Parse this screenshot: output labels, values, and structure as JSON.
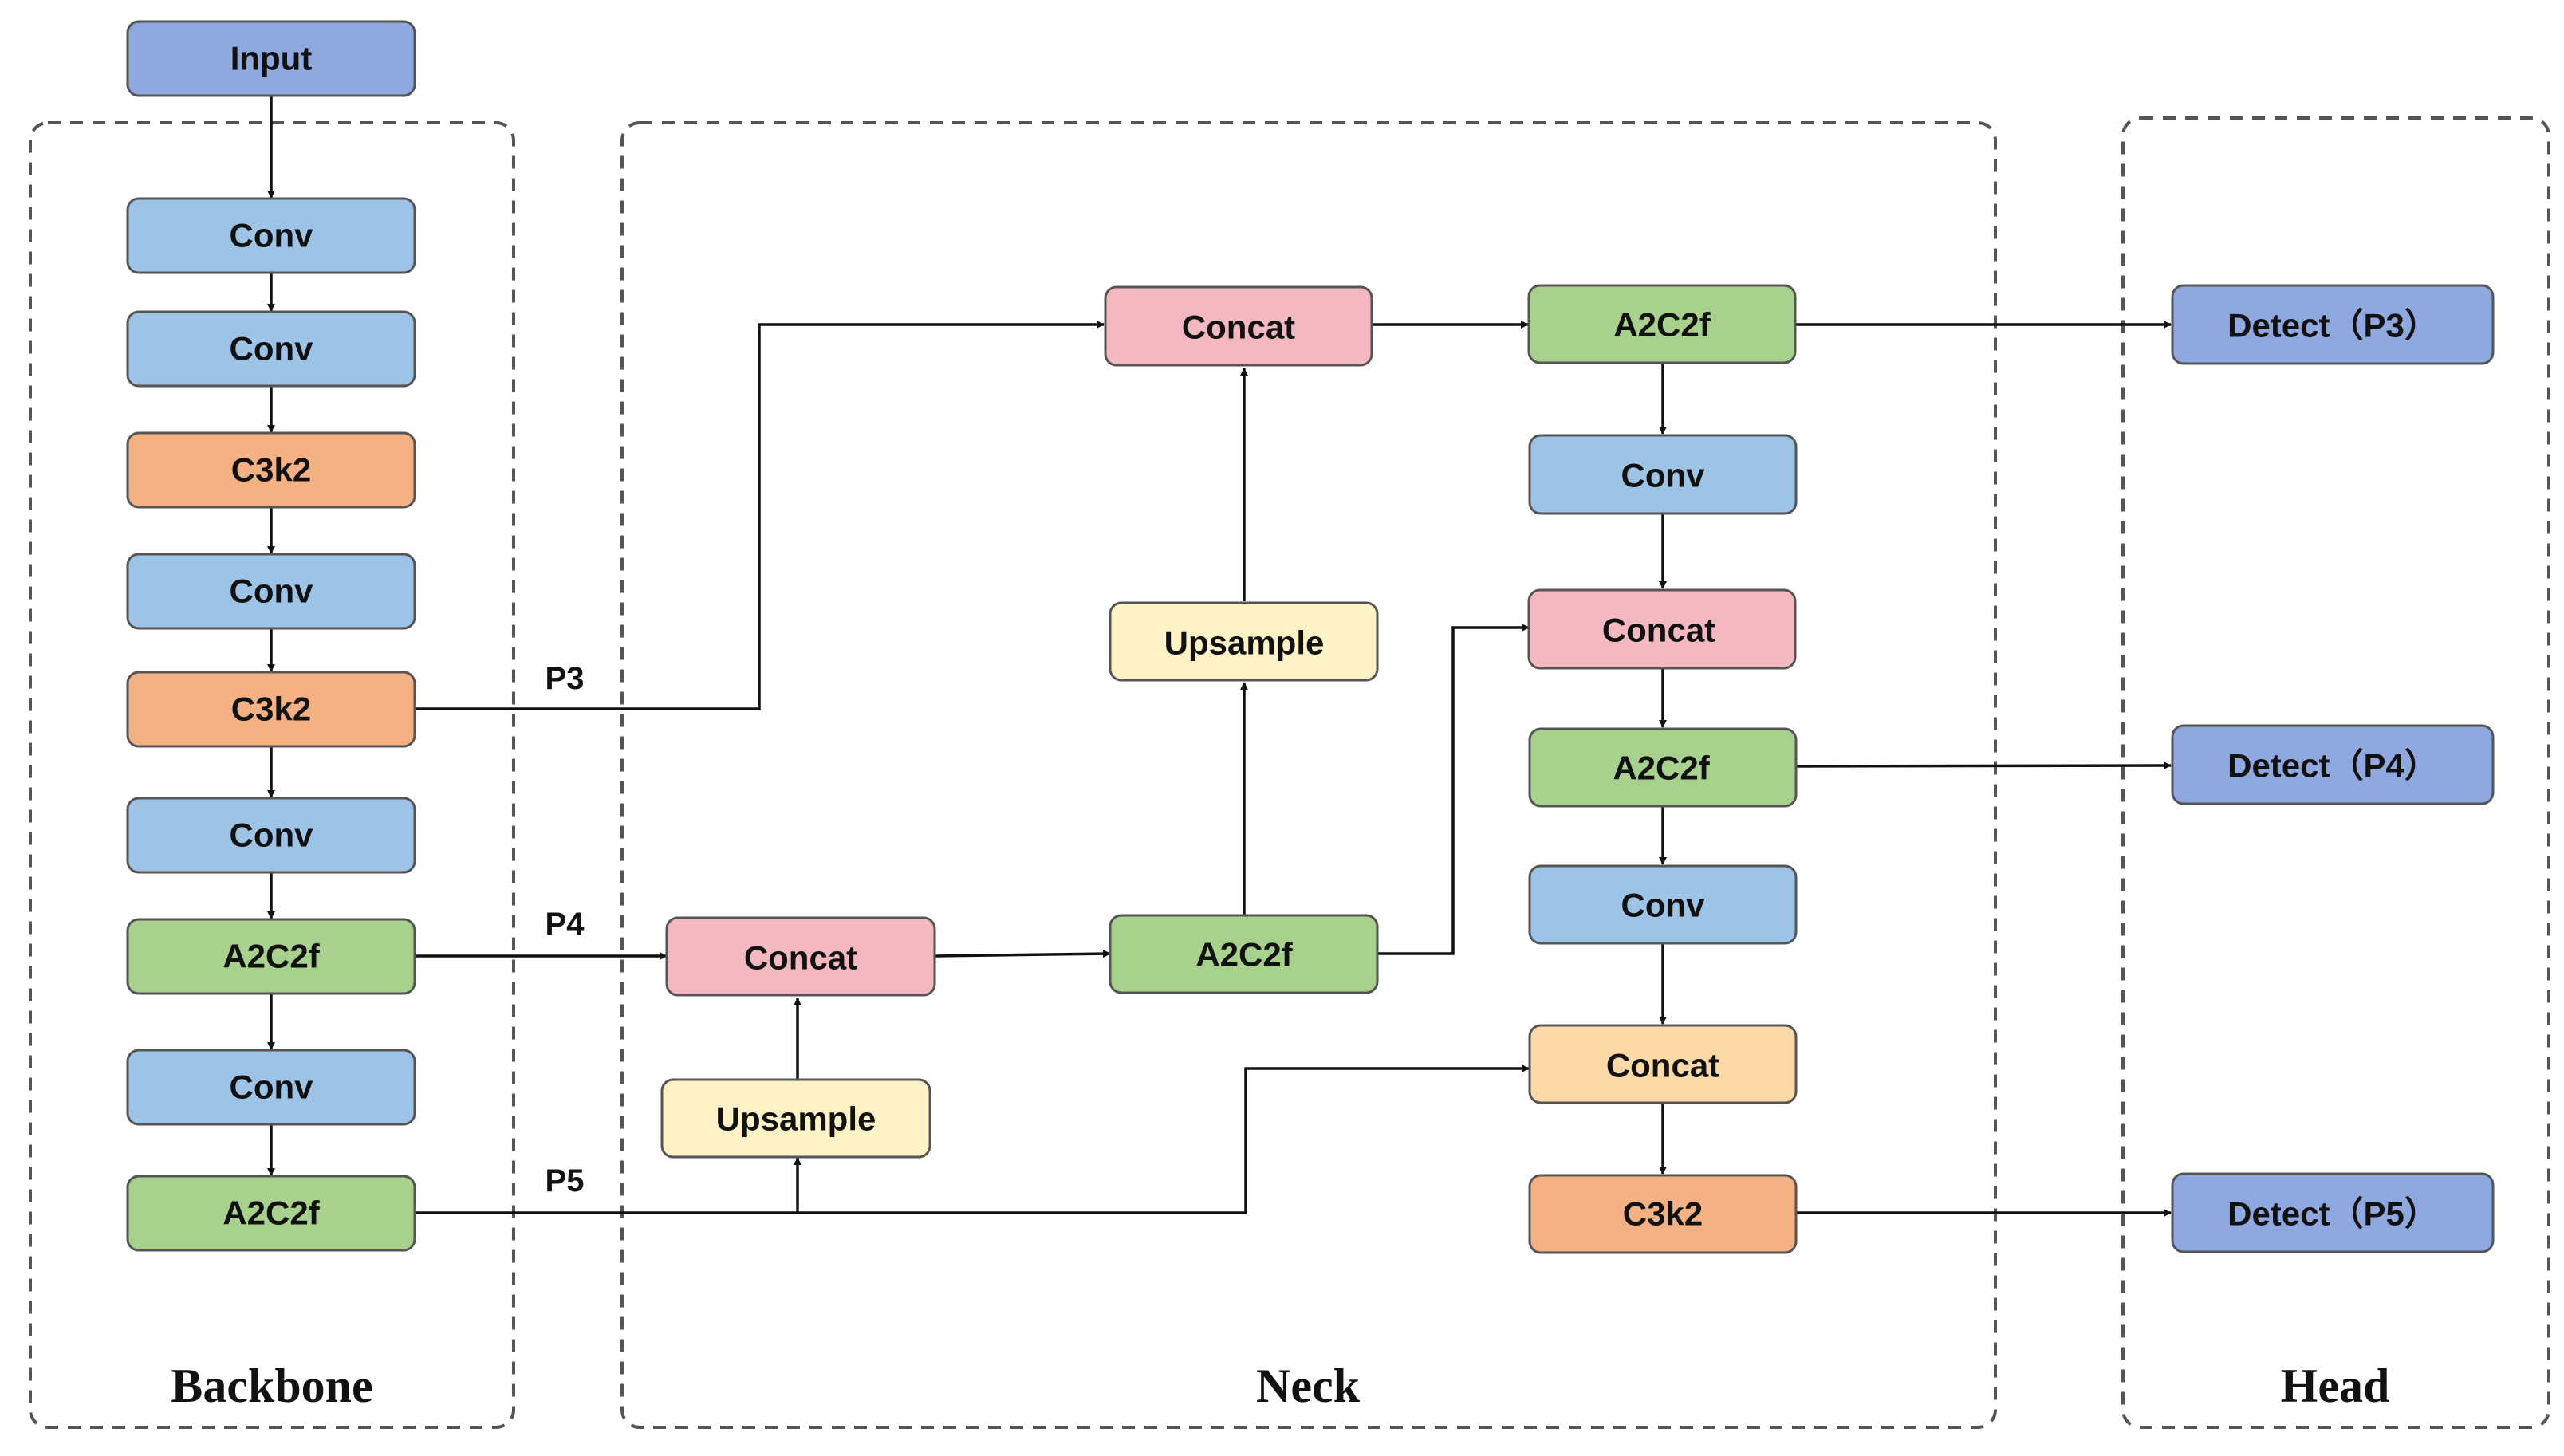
{
  "colors": {
    "input": "#8fa9e0",
    "conv": "#9dc3e6",
    "c3k2": "#f4b183",
    "a2c2f": "#a9d18e",
    "concat": "#f4b8c0",
    "concat_light": "#fdd9a8",
    "upsample": "#fef2c7",
    "detect": "#8fa9e0",
    "stroke": "#555555"
  },
  "groups": {
    "backbone": "Backbone",
    "neck": "Neck",
    "head": "Head"
  },
  "edge_labels": {
    "p3": "P3",
    "p4": "P4",
    "p5": "P5"
  },
  "nodes": {
    "input": "Input",
    "bb_conv1": "Conv",
    "bb_conv2": "Conv",
    "bb_c3k2_1": "C3k2",
    "bb_conv3": "Conv",
    "bb_c3k2_2": "C3k2",
    "bb_conv4": "Conv",
    "bb_a2c2f_1": "A2C2f",
    "bb_conv5": "Conv",
    "bb_a2c2f_2": "A2C2f",
    "nk_concat_p4": "Concat",
    "nk_upsample_low": "Upsample",
    "nk_a2c2f_mid": "A2C2f",
    "nk_upsample_high": "Upsample",
    "nk_concat_top": "Concat",
    "nk_a2c2f_p3": "A2C2f",
    "nk_conv_1": "Conv",
    "nk_concat_2": "Concat",
    "nk_a2c2f_p4": "A2C2f",
    "nk_conv_2": "Conv",
    "nk_concat_3": "Concat",
    "nk_c3k2_p5": "C3k2",
    "detect_p3": "Detect（P3）",
    "detect_p4": "Detect（P4）",
    "detect_p5": "Detect（P5）"
  }
}
